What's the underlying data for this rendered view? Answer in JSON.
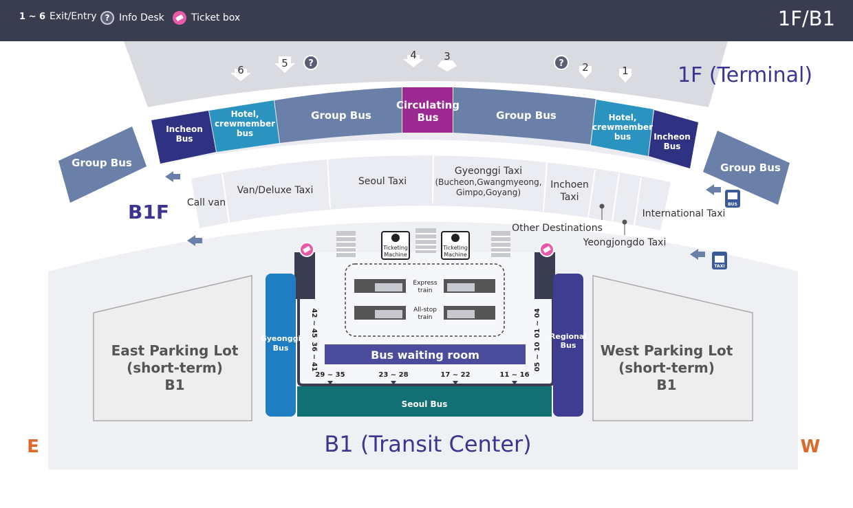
{
  "header": {
    "exit_range": "1 ~ 6",
    "exit_label": "Exit/Entry",
    "info_label": "Info Desk",
    "ticket_label": "Ticket box",
    "floor": "1F/B1"
  },
  "floors": {
    "terminal": "1F (Terminal)",
    "b1f": "B1F",
    "transit": "B1 (Transit Center)"
  },
  "exits": [
    "6",
    "5",
    "4",
    "3",
    "2",
    "1"
  ],
  "bus_zones": {
    "group_bus": "Group Bus",
    "incheon_bus_1": "Incheon",
    "incheon_bus_2": "Bus",
    "hotel_1": "Hotel,",
    "hotel_2": "crewmember",
    "hotel_3": "bus",
    "circ_1": "Circulating",
    "circ_2": "Bus"
  },
  "taxi_zones": {
    "call_van": "Call van",
    "van_deluxe": "Van/Deluxe Taxi",
    "seoul_taxi": "Seoul Taxi",
    "gyeonggi_1": "Gyeonggi Taxi",
    "gyeonggi_2": "(Bucheon,Gwangmyeong,",
    "gyeonggi_3": "Gimpo,Goyang)",
    "incheon_taxi_1": "Inchoen",
    "incheon_taxi_2": "Taxi",
    "other": "Other Destinations",
    "yeongjongdo": "Yeongjongdo Taxi",
    "international": "International Taxi"
  },
  "transit": {
    "ticketing_1": "Ticketing",
    "ticketing_2": "Machine",
    "express_1": "Express",
    "express_2": "train",
    "allstop_1": "All-stop",
    "allstop_2": "train",
    "bus_waiting": "Bus waiting room",
    "seoul_bus": "Seoul Bus",
    "gyeonggi_bus_1": "Gyeonggi",
    "gyeonggi_bus_2": "Bus",
    "regional_bus_1": "Regional",
    "regional_bus_2": "Bus",
    "gates_bottom": [
      "29 ~ 35",
      "23 ~ 28",
      "17 ~ 22",
      "11 ~ 16"
    ],
    "gates_left": [
      "42 ~ 45",
      "36 ~ 41"
    ],
    "gates_right": [
      "01 ~ 04",
      "05 ~ 10"
    ]
  },
  "parking": {
    "east_1": "East Parking Lot",
    "east_2": "(short-term)",
    "east_3": "B1",
    "west_1": "West Parking Lot",
    "west_2": "(short-term)",
    "west_3": "B1"
  },
  "compass": {
    "east": "E",
    "west": "W"
  },
  "icons": {
    "bus_sign": "BUS",
    "taxi_sign": "TAXI"
  },
  "colors": {
    "header_bg": "#3a3d50",
    "floor_title": "#3b3590",
    "group_bus": "#6b80a8",
    "incheon_bus": "#2f3282",
    "hotel_bus": "#2a93c0",
    "circulating_bus": "#9c2892",
    "gyeonggi_bus": "#1f7dc1",
    "regional_bus": "#3f3d92",
    "seoul_bus": "#126f74",
    "compass": "#dd6a2c"
  }
}
